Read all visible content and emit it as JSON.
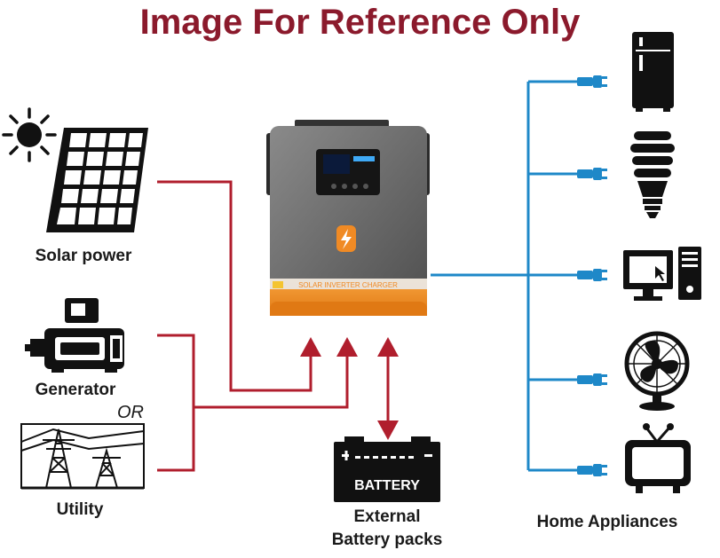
{
  "header": {
    "title": "Image For Reference Only"
  },
  "sources": {
    "solar_label": "Solar power",
    "generator_label": "Generator",
    "or_label": "OR",
    "utility_label": "Utility"
  },
  "inverter": {
    "label_text": "SOLAR INVERTER CHARGER"
  },
  "battery": {
    "icon_text": "BATTERY",
    "label_line1": "External",
    "label_line2": "Battery packs"
  },
  "loads": {
    "label": "Home Appliances",
    "items": [
      "refrigerator",
      "light-bulb",
      "computer",
      "fan",
      "television"
    ]
  },
  "colors": {
    "title": "#8b1a2c",
    "input_lines": "#b01e2d",
    "output_lines": "#1e88c8",
    "inverter_body": "#6b6b6b",
    "inverter_accent": "#f08a24"
  }
}
